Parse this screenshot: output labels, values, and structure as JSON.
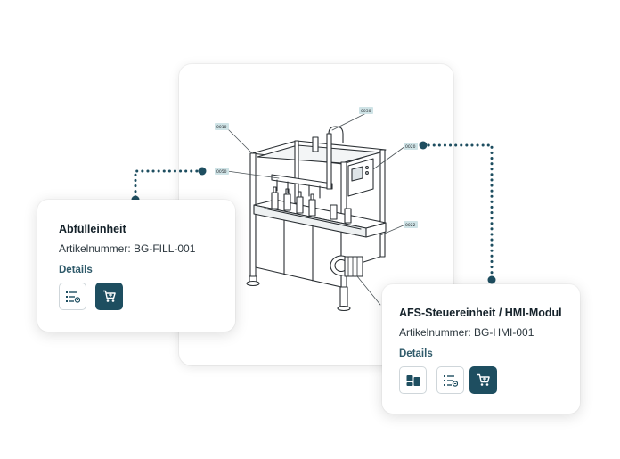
{
  "machine": {
    "callouts": [
      "0010",
      "0030",
      "0020",
      "0050",
      "0022"
    ]
  },
  "cards": [
    {
      "title": "Abfülleinheit",
      "article": "Artikelnummer: BG-FILL-001",
      "details_label": "Details",
      "actions": [
        "bom-list-icon",
        "cart-icon"
      ]
    },
    {
      "title": "AFS-Steuereinheit / HMI-Modul",
      "article": "Artikelnummer: BG-HMI-001",
      "details_label": "Details",
      "actions": [
        "component-view-icon",
        "bom-list-icon",
        "cart-icon"
      ]
    }
  ],
  "colors": {
    "accent": "#1e4e60",
    "connector": "#1e4e60",
    "callout_bg": "#cfe3e6"
  }
}
